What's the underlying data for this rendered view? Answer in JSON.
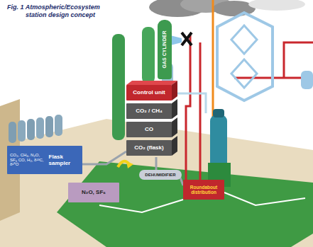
{
  "diagram": {
    "title": "Fig. 1 Atmospheric/Ecosystem station design concept",
    "nodes": [
      {
        "text": [
          "Control unit"
        ]
      },
      {
        "text": [
          "CO₂ / CH₄"
        ]
      },
      {
        "text": [
          "CO"
        ]
      },
      {
        "text": [
          "CO₂ (flask)"
        ]
      },
      {
        "text": [
          "GAS CYLINDER"
        ]
      },
      {
        "text": [
          "CO₂, CH₄, N₂O, SF₆ CO, H₂, δ¹³C, δ¹⁸O",
          "Flask sampler"
        ]
      },
      {
        "text": [
          "N₂O, SF₆"
        ]
      },
      {
        "text": [
          "DEHUMIDIFIER"
        ]
      },
      {
        "text": [
          "Roundabout distribution"
        ]
      }
    ]
  }
}
